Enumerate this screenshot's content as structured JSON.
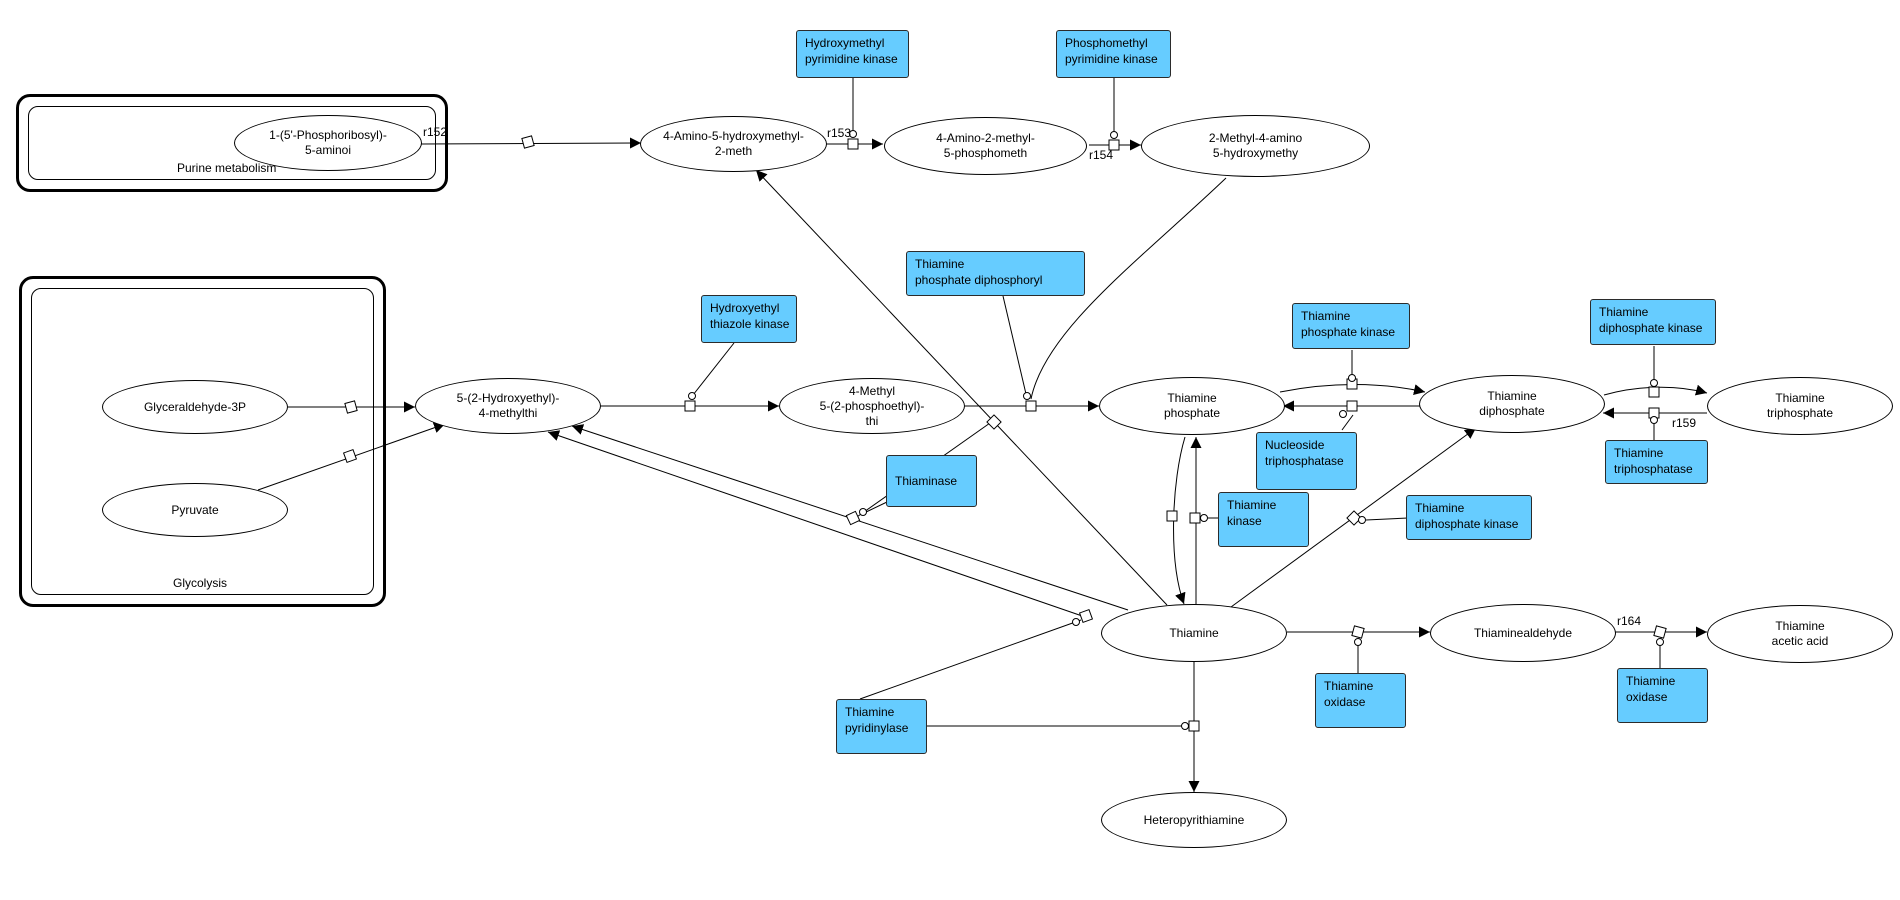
{
  "compartments": {
    "purine": "Purine metabolism",
    "glycolysis": "Glycolysis"
  },
  "species": {
    "phosphoribosyl": "1-(5'-Phosphoribosyl)-\n5-aminoi",
    "amino_hydroxymethyl": "4-Amino-5-hydroxymethyl-\n2-meth",
    "amino_phosphometh": "4-Amino-2-methyl-\n5-phosphometh",
    "methyl_amino_hydroxymethy": "2-Methyl-4-amino\n5-hydroxymethy",
    "glyceraldehyde": "Glyceraldehyde-3P",
    "pyruvate": "Pyruvate",
    "hydroxyethyl_methylthi": "5-(2-Hydroxyethyl)-\n4-methylthi",
    "methyl_phosphoethyl": "4-Methyl\n5-(2-phosphoethyl)-\nthi",
    "thiamine_phosphate": "Thiamine\nphosphate",
    "thiamine_diphosphate": "Thiamine\ndiphosphate",
    "thiamine_triphosphate": "Thiamine\ntriphosphate",
    "thiamine": "Thiamine",
    "thiaminealdehyde": "Thiaminealdehyde",
    "thiamine_acetic_acid": "Thiamine\nacetic acid",
    "heteropyrithiamine": "Heteropyrithiamine"
  },
  "enzymes": {
    "hydroxymethyl_pyrimidine_kinase": "Hydroxymethyl\npyrimidine kinase",
    "phosphomethyl_pyrimidine_kinase": "Phosphomethyl\npyrimidine kinase",
    "thiamine_phosphate_diphosphoryl": "Thiamine\nphosphate diphosphoryl",
    "hydroxyethyl_thiazole_kinase": "Hydroxyethyl\nthiazole kinase",
    "thiamine_phosphate_kinase": "Thiamine\nphosphate kinase",
    "thiamine_diphosphate_kinase_top": "Thiamine\ndiphosphate kinase",
    "nucleoside_triphosphatase": "Nucleoside\ntriphosphatase",
    "thiamine_triphosphatase": "Thiamine\ntriphosphatase",
    "thiaminase": "Thiaminase",
    "thiamine_kinase": "Thiamine\nkinase",
    "thiamine_diphosphate_kinase_mid": "Thiamine\ndiphosphate kinase",
    "thiamine_oxidase_1": "Thiamine\noxidase",
    "thiamine_oxidase_2": "Thiamine\noxidase",
    "thiamine_pyridinylase": "Thiamine\npyridinylase"
  },
  "reactions": {
    "r152": "r152",
    "r153": "r153",
    "r154": "r154",
    "r159": "r159",
    "r164": "r164"
  },
  "colors": {
    "enzyme_fill": "#66ccff",
    "line": "#000000"
  }
}
